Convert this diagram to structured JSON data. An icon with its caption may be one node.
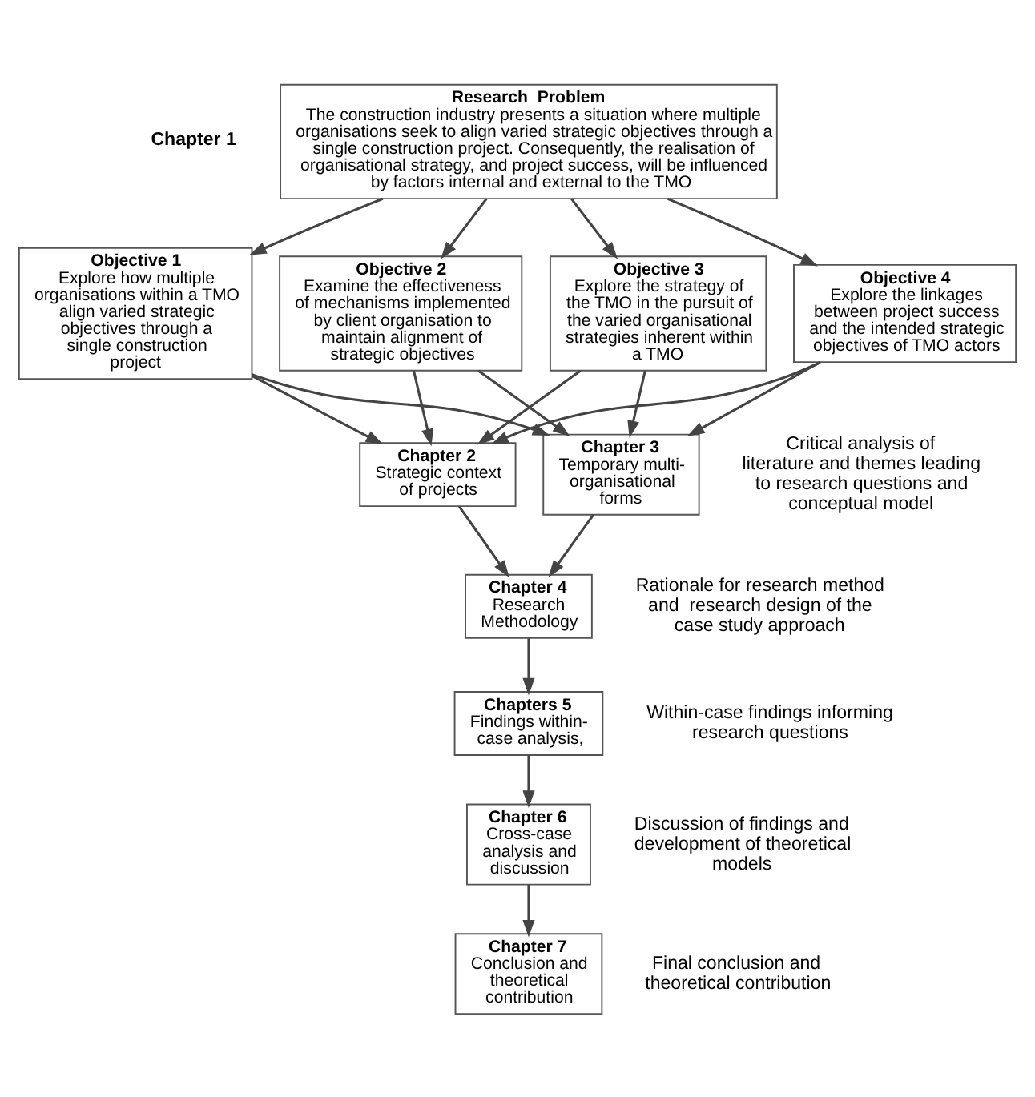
{
  "diagram": {
    "nodes": [
      {
        "text": [
          "Research  Problem",
          "The construction industry presents a situation where multiple organisations seek to align varied strategic objectives through a single construction project. Consequently, the realisation of organisational strategy, and project success, will be influenced by factors internal and external to the TMO"
        ],
        "beside": [
          "Chapter 1"
        ]
      },
      {
        "text": [
          "Objective 1",
          "Explore how multiple organisations within a TMO align varied strategic objectives through a single construction project"
        ]
      },
      {
        "text": [
          "Objective 2",
          "Examine the effectiveness of mechanisms implemented by client organisation to maintain alignment of strategic objectives"
        ]
      },
      {
        "text": [
          "Objective 3",
          "Explore the strategy of the TMO in the pursuit of the varied organisational strategies inherent within a TMO"
        ]
      },
      {
        "text": [
          "Objective 4",
          "Explore the linkages between project success and the intended strategic objectives of TMO actors"
        ]
      },
      {
        "text": [
          "Chapter 2",
          "Strategic context of projects"
        ]
      },
      {
        "text": [
          "Chapter 3",
          "Temporary multi-organisational forms"
        ],
        "beside": [
          "Critical analysis of literature and themes leading to research questions and conceptual model"
        ]
      },
      {
        "text": [
          "Chapter 4",
          "Research Methodology"
        ],
        "beside": [
          "Rationale for research method and  research design of the case study approach"
        ]
      },
      {
        "text": [
          "Chapters 5",
          "Findings within-case analysis,"
        ],
        "beside": [
          "Within-case findings informing research questions"
        ]
      },
      {
        "text": [
          "Chapter 6",
          "Cross-case analysis and discussion"
        ],
        "beside": [
          "Discussion of findings and development of theoretical models"
        ]
      },
      {
        "text": [
          "Chapter 7",
          "Conclusion and theoretical contribution"
        ],
        "beside": [
          "Final conclusion and theoretical contribution"
        ]
      }
    ],
    "edges": [
      {
        "from": 0,
        "to": 1,
        "arrow": "to"
      },
      {
        "from": 0,
        "to": 2,
        "arrow": "to"
      },
      {
        "from": 0,
        "to": 3,
        "arrow": "to"
      },
      {
        "from": 0,
        "to": 4,
        "arrow": "to"
      },
      {
        "from": 1,
        "to": 5,
        "arrow": "to"
      },
      {
        "from": 2,
        "to": 5,
        "arrow": "to"
      },
      {
        "from": 3,
        "to": 5,
        "arrow": "to"
      },
      {
        "from": 4,
        "to": 5,
        "arrow": "to"
      },
      {
        "from": 1,
        "to": 6,
        "arrow": "to"
      },
      {
        "from": 2,
        "to": 6,
        "arrow": "to"
      },
      {
        "from": 3,
        "to": 6,
        "arrow": "to"
      },
      {
        "from": 4,
        "to": 6,
        "arrow": "to"
      },
      {
        "from": 5,
        "to": 7,
        "arrow": "to"
      },
      {
        "from": 6,
        "to": 7,
        "arrow": "to"
      },
      {
        "from": 7,
        "to": 8,
        "arrow": "to"
      },
      {
        "from": 8,
        "to": 9,
        "arrow": "to"
      },
      {
        "from": 9,
        "to": 10,
        "arrow": "to"
      }
    ]
  }
}
